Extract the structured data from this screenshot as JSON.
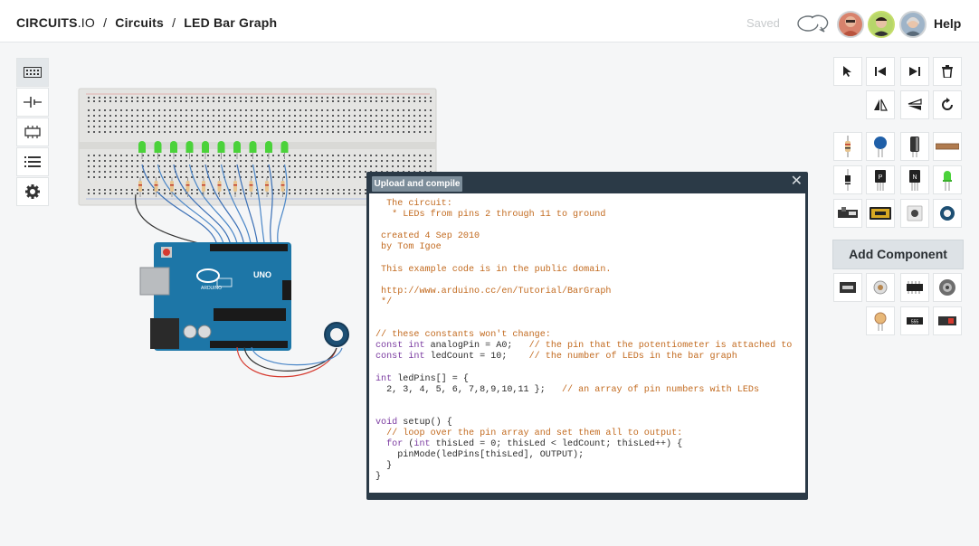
{
  "header": {
    "logo_bold": "CIRCUITS",
    "logo_light": ".IO",
    "separator": "/",
    "crumb_1": "Circuits",
    "crumb_2": "LED Bar Graph",
    "saved_status": "Saved",
    "help_label": "Help",
    "avatars": [
      "avatar-1",
      "avatar-2",
      "avatar-3"
    ]
  },
  "left_toolbar": {
    "items": [
      "breadboard-icon",
      "battery-icon",
      "chip-icon",
      "list-icon",
      "gear-icon"
    ],
    "active": "breadboard-icon"
  },
  "editor": {
    "upload_label": "Upload and compile",
    "close_glyph": "✕",
    "code_lines": [
      {
        "t": "c",
        "v": "  The circuit:"
      },
      {
        "t": "c",
        "v": "   * LEDs from pins 2 through 11 to ground"
      },
      {
        "t": "blank",
        "v": ""
      },
      {
        "t": "c",
        "v": " created 4 Sep 2010"
      },
      {
        "t": "c",
        "v": " by Tom Igoe"
      },
      {
        "t": "blank",
        "v": ""
      },
      {
        "t": "c",
        "v": " This example code is in the public domain."
      },
      {
        "t": "blank",
        "v": ""
      },
      {
        "t": "c",
        "v": " http://www.arduino.cc/en/Tutorial/BarGraph"
      },
      {
        "t": "c",
        "v": " */"
      },
      {
        "t": "blank",
        "v": ""
      },
      {
        "t": "blank",
        "v": ""
      },
      {
        "t": "c",
        "v": "// these constants won't change:"
      },
      {
        "t": "mix",
        "parts": [
          [
            "k",
            "const int"
          ],
          [
            "n",
            " analogPin = A0;   "
          ],
          [
            "c",
            "// the pin that the potentiometer is attached to"
          ]
        ]
      },
      {
        "t": "mix",
        "parts": [
          [
            "k",
            "const int"
          ],
          [
            "n",
            " ledCount = 10;    "
          ],
          [
            "c",
            "// the number of LEDs in the bar graph"
          ]
        ]
      },
      {
        "t": "blank",
        "v": ""
      },
      {
        "t": "mix",
        "parts": [
          [
            "k",
            "int"
          ],
          [
            "n",
            " ledPins[] = {"
          ]
        ]
      },
      {
        "t": "mix",
        "parts": [
          [
            "n",
            "  2, 3, 4, 5, 6, 7,8,9,10,11 };   "
          ],
          [
            "c",
            "// an array of pin numbers with LEDs"
          ]
        ]
      },
      {
        "t": "blank",
        "v": ""
      },
      {
        "t": "blank",
        "v": ""
      },
      {
        "t": "mix",
        "parts": [
          [
            "k",
            "void"
          ],
          [
            "n",
            " setup() {"
          ]
        ]
      },
      {
        "t": "c",
        "v": "  // loop over the pin array and set them all to output:"
      },
      {
        "t": "mix",
        "parts": [
          [
            "n",
            "  "
          ],
          [
            "k",
            "for"
          ],
          [
            "n",
            " ("
          ],
          [
            "k",
            "int"
          ],
          [
            "n",
            " thisLed = 0; thisLed < ledCount; thisLed++) {"
          ]
        ]
      },
      {
        "t": "n",
        "v": "    pinMode(ledPins[thisLed], OUTPUT);"
      },
      {
        "t": "n",
        "v": "  }"
      },
      {
        "t": "n",
        "v": "}"
      }
    ]
  },
  "right_toolbar": {
    "edit_tools": [
      "pointer-icon",
      "step-back-icon",
      "step-forward-icon",
      "trash-icon",
      "flip-horizontal-icon",
      "flip-vertical-icon",
      "rotate-icon"
    ],
    "components_top": [
      "resistor-icon",
      "capacitor-icon",
      "electrolytic-capacitor-icon",
      "wire-icon",
      "diode-icon",
      "pnp-transistor-icon",
      "npn-transistor-icon",
      "green-led-icon",
      "slide-switch-icon",
      "battery-pack-icon",
      "pushbutton-icon",
      "potentiometer-icon"
    ],
    "add_component_label": "Add Component",
    "components_bottom": [
      "voltage-regulator-icon",
      "photoresistor-icon",
      "ic-chip-icon",
      "speaker-icon",
      "light-sensor-icon",
      "timer-555-icon",
      "relay-icon"
    ],
    "colors": {
      "accent": "#2b3a47",
      "arduino": "#1d76a7",
      "led": "#4bd23a"
    }
  },
  "board": {
    "name": "UNO",
    "brand": "ARDUINO"
  }
}
